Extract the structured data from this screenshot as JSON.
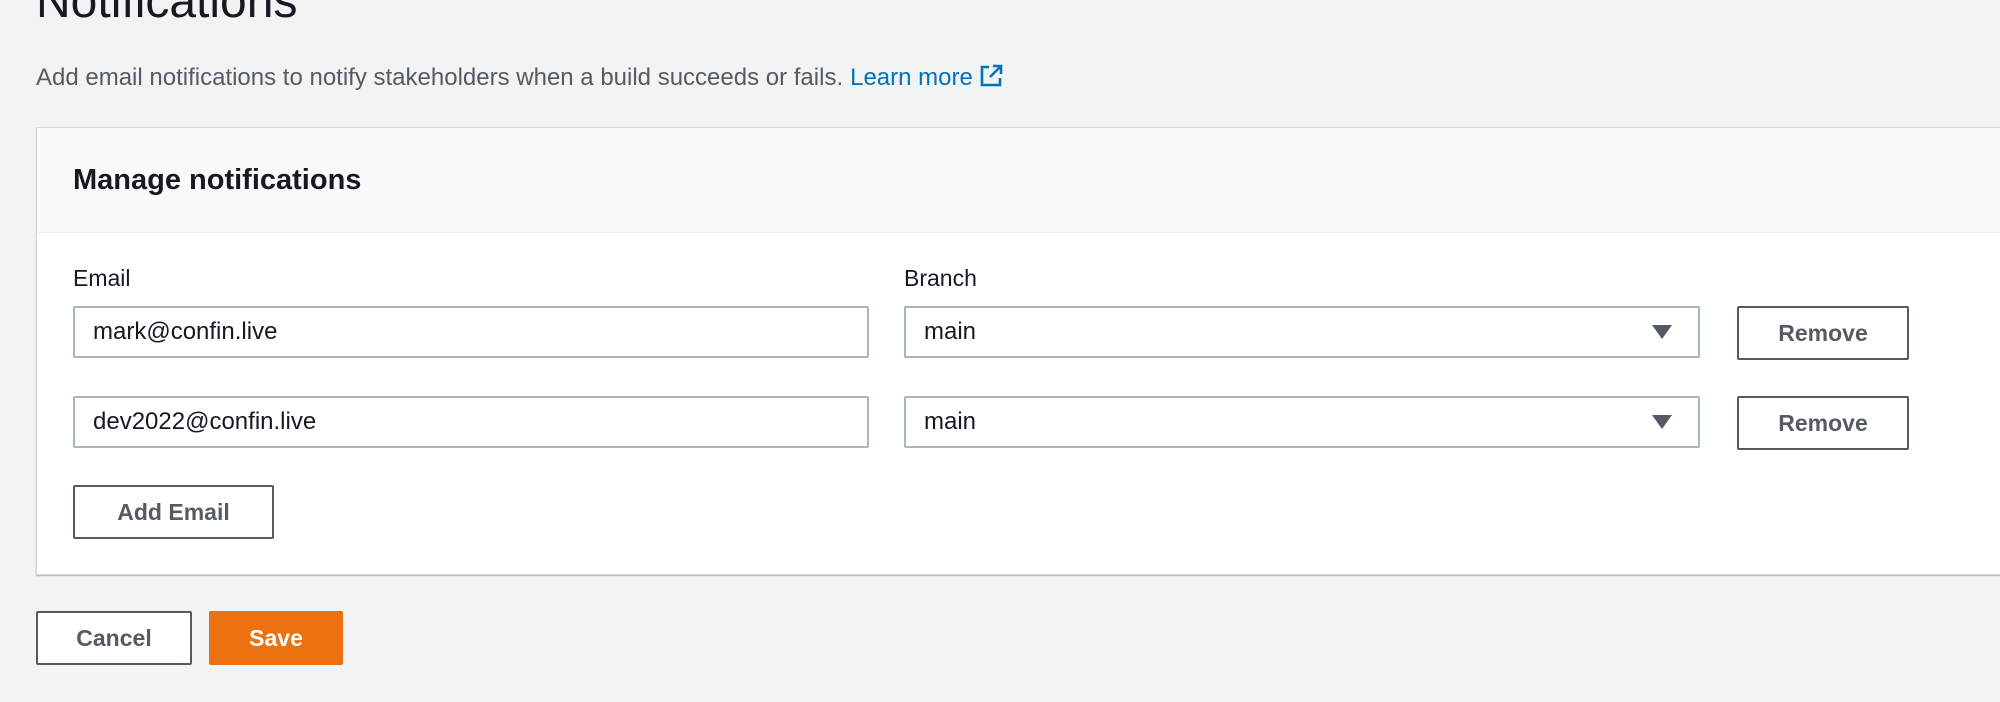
{
  "page": {
    "title": "Notifications",
    "description": "Add email notifications to notify stakeholders when a build succeeds or fails.",
    "learn_more": "Learn more",
    "icon": "external-link-icon"
  },
  "panel": {
    "title": "Manage notifications",
    "email_label": "Email",
    "branch_label": "Branch",
    "rows": [
      {
        "email": "mark@confin.live",
        "branch": "main",
        "remove_label": "Remove"
      },
      {
        "email": "dev2022@confin.live",
        "branch": "main",
        "remove_label": "Remove"
      }
    ],
    "add_email_label": "Add Email"
  },
  "actions": {
    "cancel_label": "Cancel",
    "save_label": "Save"
  },
  "colors": {
    "primary": "#ec7211",
    "link": "#0073bb",
    "background": "#f2f3f3"
  }
}
